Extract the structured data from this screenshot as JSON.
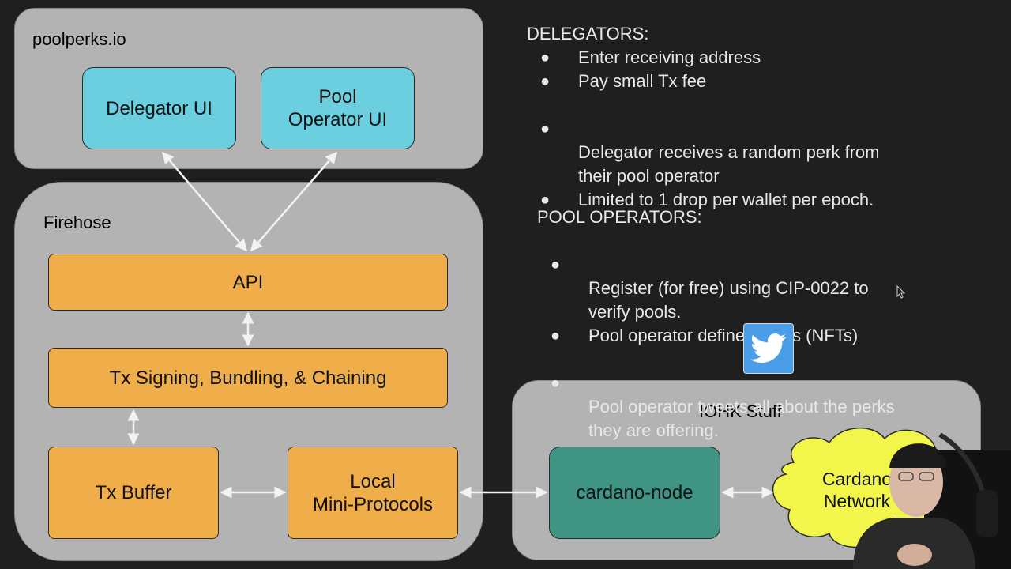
{
  "diagram": {
    "poolperks": {
      "title": "poolperks.io",
      "delegator_ui": "Delegator UI",
      "pool_operator_ui": "Pool\nOperator UI"
    },
    "firehose": {
      "title": "Firehose",
      "api": "API",
      "tx_signing": "Tx Signing, Bundling, & Chaining",
      "tx_buffer": "Tx Buffer",
      "local_mini_protocols": "Local\nMini-Protocols"
    },
    "iohk": {
      "title": "IOHK Stuff",
      "cardano_node": "cardano-node",
      "cardano_network": "Cardano\nNetwork"
    }
  },
  "delegators": {
    "heading": "DELEGATORS:",
    "items": [
      "Enter receiving address",
      "Pay small Tx fee",
      "Delegator receives a random perk from\ntheir pool operator",
      "Limited to 1 drop per wallet per epoch."
    ]
  },
  "pool_operators": {
    "heading": "POOL OPERATORS:",
    "items": [
      "Register (for free) using CIP-0022 to\nverify pools.",
      "Pool operator defines perks (NFTs)",
      "Pool operator tweets all about the perks\nthey are offering."
    ]
  },
  "bullet_glyph": "●",
  "colors": {
    "background": "#1f1f1f",
    "panel": "#b3b3b3",
    "cyan_box": "#6ccfe0",
    "orange_box": "#f0ae4a",
    "green_box": "#3f9483",
    "cloud": "#f2f64a",
    "twitter": "#4a9ee8"
  },
  "icons": [
    "twitter-bird-icon",
    "mouse-cursor-icon"
  ]
}
